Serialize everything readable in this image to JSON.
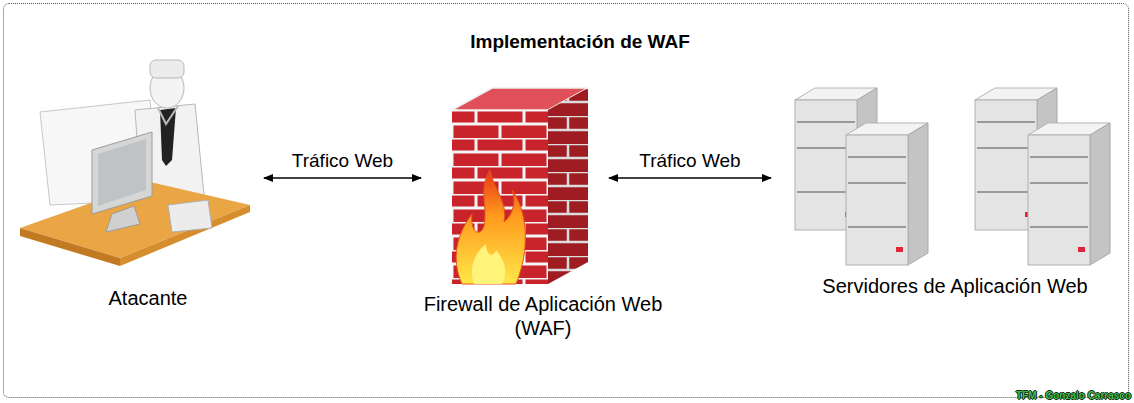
{
  "diagram": {
    "title": "Implementación de WAF",
    "nodes": [
      {
        "text": [
          "Atacante"
        ]
      },
      {
        "text": [
          "Firewall de Aplicación Web (WAF)"
        ]
      },
      {
        "text": [
          "Servidores de Aplicación Web"
        ]
      }
    ],
    "edges": [
      {
        "from": 0,
        "to": 1,
        "label": "Tráfico Web",
        "arrow": "both"
      },
      {
        "from": 1,
        "to": 2,
        "label": "Tráfico Web",
        "arrow": "both"
      }
    ],
    "labels": [
      "TFM - Gonzalo Carrasco"
    ]
  }
}
